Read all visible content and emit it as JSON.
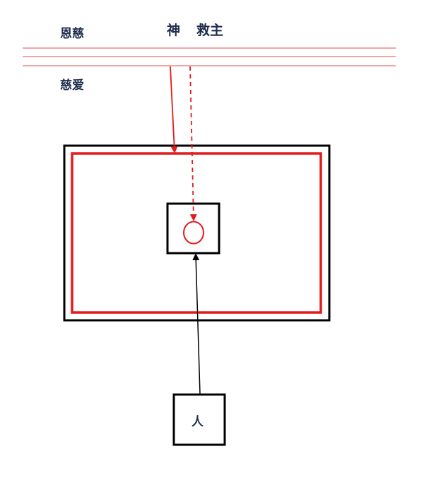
{
  "labels": {
    "grace": "恩慈",
    "god": "神",
    "savior": "救主",
    "love": "慈爱",
    "person": "人"
  },
  "colors": {
    "text": "#1f2d4d",
    "heaven_lines": "#e57373",
    "red": "#e31b1b",
    "black": "#000000"
  }
}
